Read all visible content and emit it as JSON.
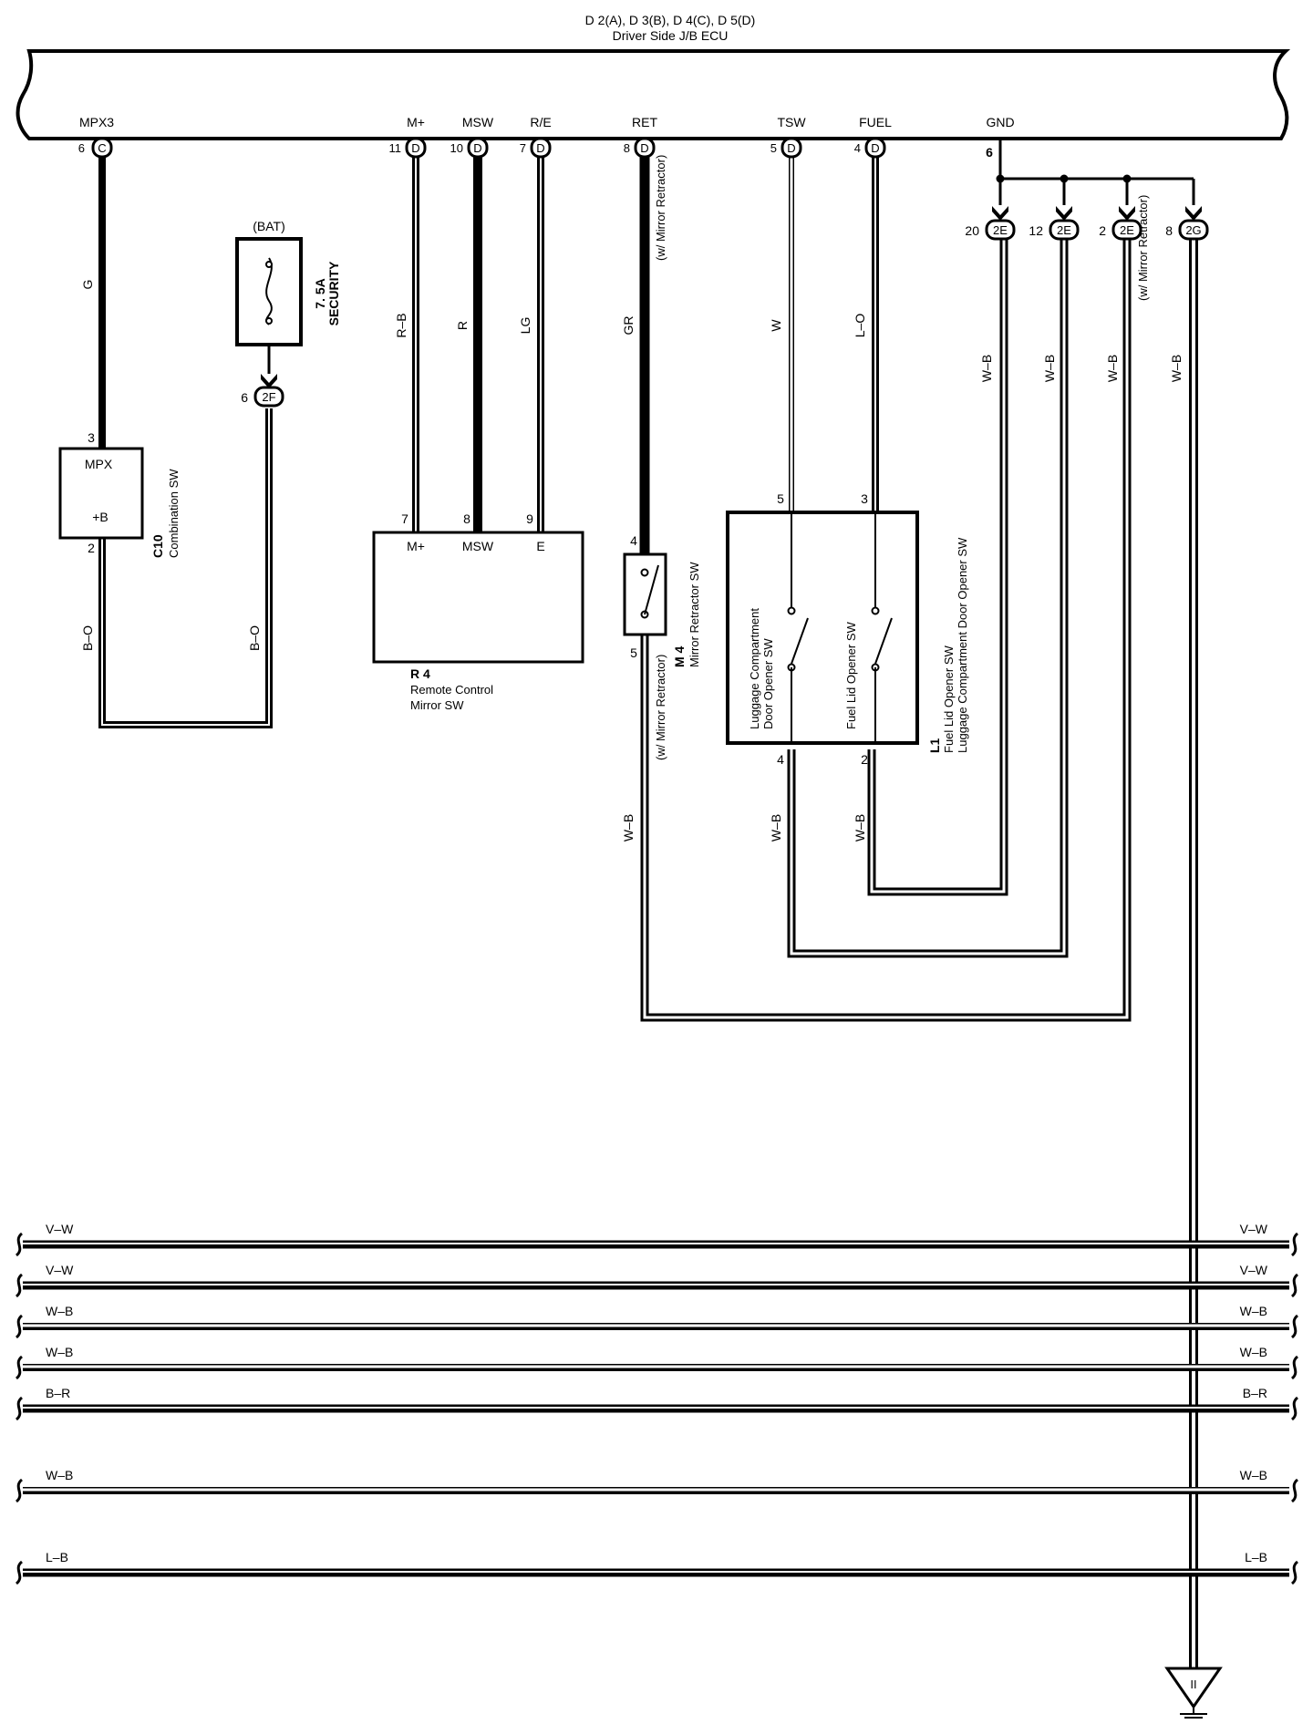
{
  "ecu": {
    "title": "D 2(A), D 3(B), D 4(C), D 5(D)",
    "subtitle": "Driver Side J/B ECU"
  },
  "terminals": {
    "mpx3": "MPX3",
    "mplus": "M+",
    "msw": "MSW",
    "re": "R/E",
    "ret": "RET",
    "tsw": "TSW",
    "fuel": "FUEL",
    "gnd": "GND"
  },
  "pins": {
    "mpx3": "6",
    "mplus": "11",
    "msw": "10",
    "re": "7",
    "ret": "8",
    "tsw": "5",
    "fuel": "4",
    "gnd": "6"
  },
  "connectors": {
    "C": "C",
    "D": "D",
    "twoE": "2E",
    "twoG": "2G",
    "twoF": "2F"
  },
  "junction_pins": {
    "e20": "20",
    "e12": "12",
    "e2": "2",
    "g8": "8",
    "f6": "6"
  },
  "wires": {
    "G": "G",
    "RB": "R–B",
    "R": "R",
    "LG": "LG",
    "GR": "GR",
    "W": "W",
    "LO": "L–O",
    "WB": "W–B",
    "BO": "B–O"
  },
  "notes": {
    "mirror_retractor": "(w/ Mirror Retractor)"
  },
  "fuse": {
    "source": "(BAT)",
    "rating": "7. 5A",
    "name": "SECURITY"
  },
  "combination_sw": {
    "pin_top": "3",
    "pin_bottom": "2",
    "t_mpx": "MPX",
    "t_b": "+B",
    "id": "C10",
    "name": "Combination SW"
  },
  "remote_mirror_sw": {
    "pins": [
      "7",
      "8",
      "9"
    ],
    "terms": [
      "M+",
      "MSW",
      "E"
    ],
    "id": "R 4",
    "name1": "Remote Control",
    "name2": "Mirror SW"
  },
  "mirror_retractor_sw": {
    "pin_top": "4",
    "pin_bottom": "5",
    "id": "M 4",
    "name": "Mirror Retractor SW"
  },
  "opener_sw": {
    "pins": [
      "5",
      "3",
      "4",
      "2"
    ],
    "luggage1": "Luggage Compartment",
    "luggage2": "Door Opener SW",
    "fuel": "Fuel Lid Opener SW",
    "id": "L1",
    "name1": "Fuel Lid Opener SW",
    "name2": "Luggage Compartment Door Opener SW"
  },
  "buses": [
    {
      "label": "V–W"
    },
    {
      "label": "V–W"
    },
    {
      "label": "W–B"
    },
    {
      "label": "W–B"
    },
    {
      "label": "B–R"
    },
    {
      "label": "W–B"
    },
    {
      "label": "L–B"
    }
  ],
  "ground": {
    "label": "II"
  }
}
